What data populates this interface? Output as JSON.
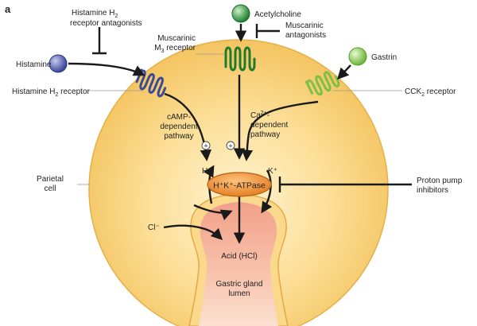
{
  "panel_label": "a",
  "ligands": {
    "histamine": "Histamine",
    "acetylcholine": "Acetylcholine",
    "gastrin": "Gastrin"
  },
  "antagonists": {
    "h2_line1": "Histamine H",
    "h2_sub": "2",
    "h2_line2": "receptor antagonists",
    "muscarinic_line1": "Muscarinic",
    "muscarinic_line2": "antagonists",
    "ppi_line1": "Proton pump",
    "ppi_line2": "inhibitors"
  },
  "receptors": {
    "h2_main": "Histamine H",
    "h2_sub": "2",
    "h2_tail": " receptor",
    "m3_line1": "Muscarinic",
    "m3_main": "M",
    "m3_sub": "3",
    "m3_tail": " receptor",
    "cck2_main": "CCK",
    "cck2_sub": "2",
    "cck2_tail": " receptor"
  },
  "pathways": {
    "camp_line1": "cAMP-",
    "camp_line2": "dependent",
    "camp_line3": "pathway",
    "ca_main": "Ca",
    "ca_sup": "2+",
    "ca_tail": "-",
    "ca_line2": "dependent",
    "ca_line3": "pathway",
    "plus": "+"
  },
  "pump": {
    "label": "H⁺K⁺-ATPase",
    "h_ion": "H⁺",
    "k_ion": "K⁺"
  },
  "cell": {
    "line1": "Parietal",
    "line2": "cell"
  },
  "chloride": "Cl⁻",
  "acid": "Acid (HCl)",
  "lumen": {
    "line1": "Gastric gland",
    "line2": "lumen"
  },
  "colors": {
    "cell_fill": "#f9d27a",
    "cell_center": "#fdebb8",
    "lumen_fill": "#f6b59e",
    "pump_fill": "#f0902f",
    "h2_receptor": "#3a4b96",
    "m3_receptor": "#1f7a2a",
    "cck2_receptor": "#7cc04a",
    "histamine_ball": "#4a55a0",
    "acetylcholine_ball": "#2e8b3b",
    "gastrin_ball": "#7cc04a"
  }
}
